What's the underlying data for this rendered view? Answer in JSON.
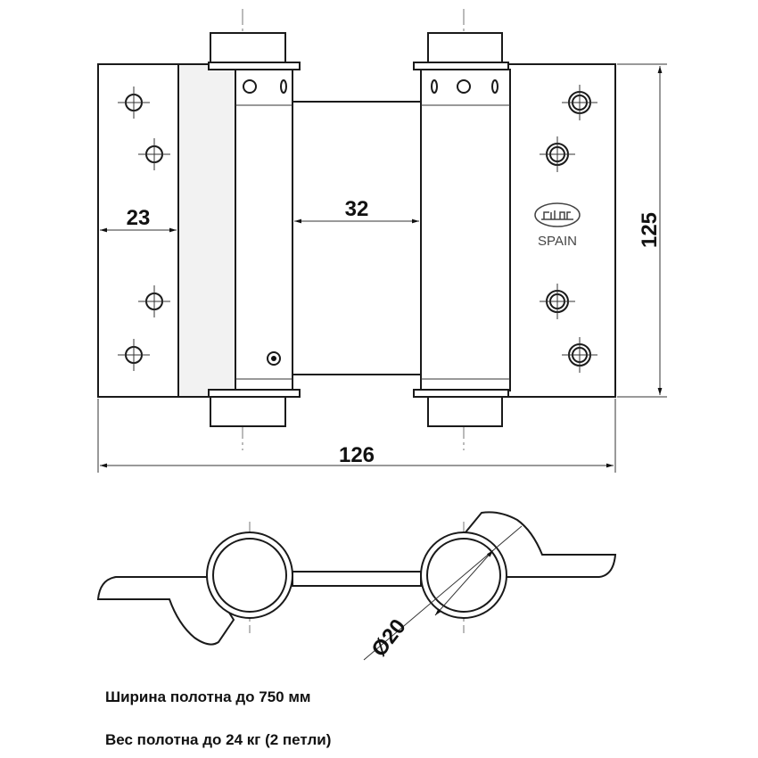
{
  "dimensions": {
    "leaf_width": "23",
    "gap_width": "32",
    "height": "125",
    "total_width": "126",
    "barrel_diameter": "Ø20"
  },
  "logo": {
    "mark": "amig",
    "country": "SPAIN"
  },
  "notes": [
    "Ширина полотна до 750 мм",
    "Вес полотна до 24 кг (2 петли)"
  ]
}
